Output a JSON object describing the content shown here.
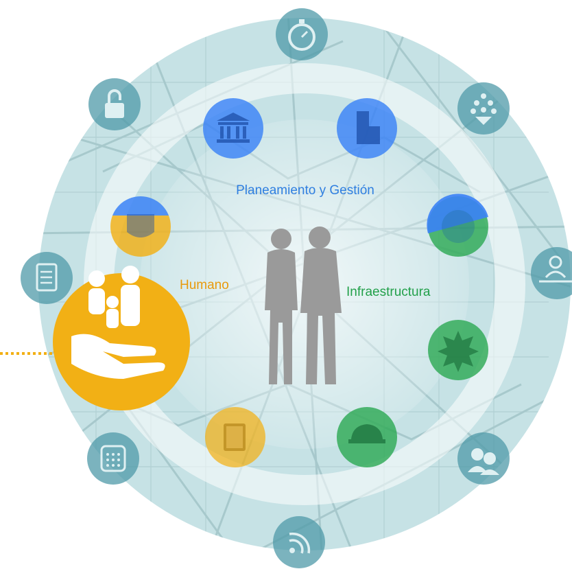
{
  "labels": {
    "planeamiento": "Planeamiento y Gestión",
    "humano": "Humano",
    "infraestructura": "Infraestructura"
  },
  "colors": {
    "blue": "#3b82f6",
    "blue_text": "#2f7fe0",
    "orange": "#f2b015",
    "orange_text": "#e89a0c",
    "green": "#2eaa55",
    "green_text": "#22a04a",
    "teal_ring": "#b9dcdf",
    "teal_icon": "#4f9aa8",
    "silhouette": "#9a9a9a"
  },
  "icons": {
    "outer": [
      "stopwatch-icon",
      "people-flow-icon",
      "person-route-icon",
      "group-chat-icon",
      "wifi-feed-icon",
      "keypad-icon",
      "checklist-icon",
      "padlock-icon"
    ],
    "inner": [
      "government-building-icon",
      "office-building-icon",
      "globe-split-icon",
      "virus-badge-icon",
      "vehicle-icon",
      "book-icon",
      "shield-split-icon"
    ],
    "featured": "family-care-icon",
    "center": "business-people-icon"
  }
}
